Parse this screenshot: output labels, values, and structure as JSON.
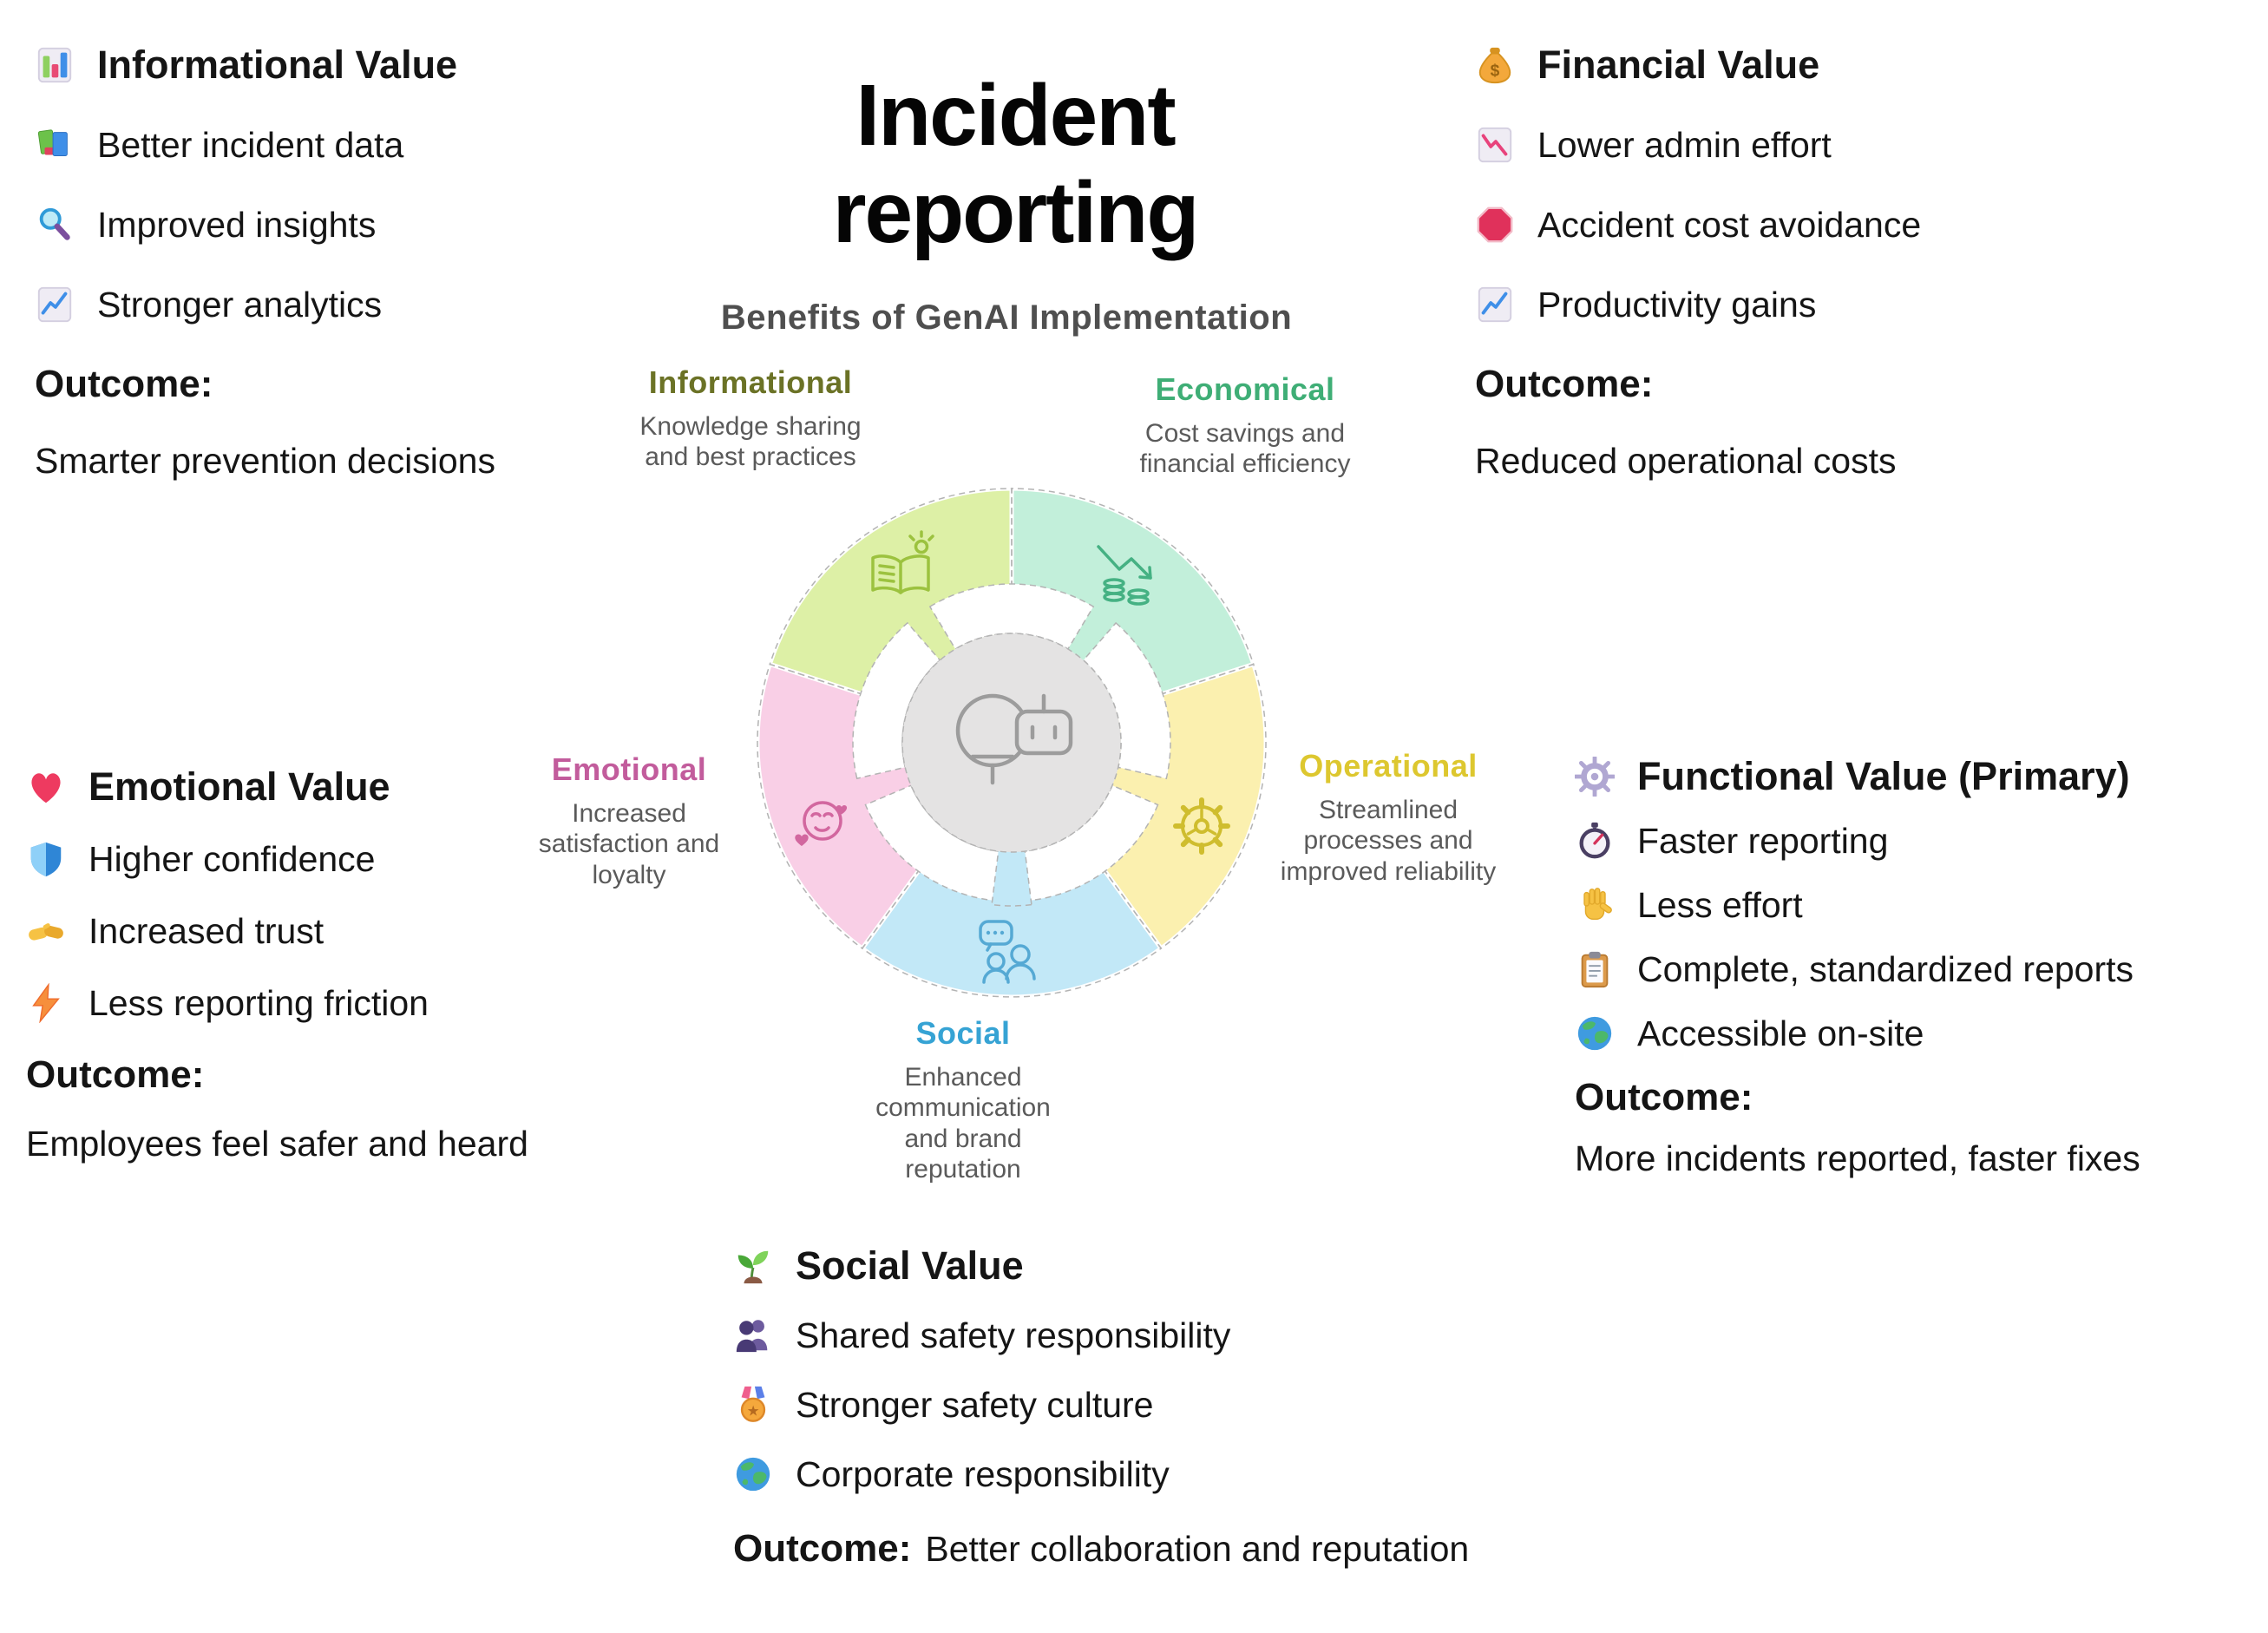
{
  "title": {
    "line1": "Incident",
    "line2": "reporting"
  },
  "wheel": {
    "title": "Benefits of GenAI Implementation",
    "center_icon": "lightbulb-robot-icon",
    "segments": [
      {
        "label": "Informational",
        "description": "Knowledge sharing and best practices",
        "label_color": "#6b7226",
        "fill": "#ddf0a6",
        "icon": "open-book-lightbulb-icon"
      },
      {
        "label": "Economical",
        "description": "Cost savings and financial efficiency",
        "label_color": "#3fae76",
        "fill": "#c2efda",
        "icon": "declining-cost-coins-icon"
      },
      {
        "label": "Operational",
        "description": "Streamlined processes and improved reliability",
        "label_color": "#ddc72f",
        "fill": "#fbf0af",
        "icon": "gear-icon"
      },
      {
        "label": "Social",
        "description": "Enhanced communication and brand reputation",
        "label_color": "#36a3d4",
        "fill": "#c2e8f7",
        "icon": "people-chat-icon"
      },
      {
        "label": "Emotional",
        "description": "Increased satisfaction and loyalty",
        "label_color": "#c25c9c",
        "fill": "#f9cfe6",
        "icon": "smiley-hearts-icon"
      }
    ],
    "hub_color": "#e4e3e3",
    "outline_color": "#b3b3b3"
  },
  "panels": {
    "informational": {
      "heading": "Informational Value",
      "heading_icon": "bar-chart-icon",
      "items": [
        {
          "icon": "books-icon",
          "text": "Better incident data"
        },
        {
          "icon": "magnifier-icon",
          "text": "Improved insights"
        },
        {
          "icon": "chart-up-icon",
          "text": "Stronger analytics"
        }
      ],
      "outcome_label": "Outcome:",
      "outcome": "Smarter prevention decisions"
    },
    "financial": {
      "heading": "Financial Value",
      "heading_icon": "money-bag-icon",
      "items": [
        {
          "icon": "chart-down-icon",
          "text": "Lower admin effort"
        },
        {
          "icon": "stop-sign-icon",
          "text": "Accident cost avoidance"
        },
        {
          "icon": "chart-up-icon",
          "text": "Productivity gains"
        }
      ],
      "outcome_label": "Outcome:",
      "outcome": "Reduced operational costs"
    },
    "emotional": {
      "heading": "Emotional Value",
      "heading_icon": "heart-icon",
      "items": [
        {
          "icon": "shield-icon",
          "text": "Higher confidence"
        },
        {
          "icon": "handshake-icon",
          "text": "Increased trust"
        },
        {
          "icon": "lightning-icon",
          "text": "Less reporting friction"
        }
      ],
      "outcome_label": "Outcome:",
      "outcome": "Employees feel safer and heard"
    },
    "functional": {
      "heading": "Functional Value (Primary)",
      "heading_icon": "gear-icon",
      "items": [
        {
          "icon": "stopwatch-icon",
          "text": "Faster reporting"
        },
        {
          "icon": "hand-icon",
          "text": "Less effort"
        },
        {
          "icon": "clipboard-icon",
          "text": "Complete, standardized reports"
        },
        {
          "icon": "globe-icon",
          "text": "Accessible on-site"
        }
      ],
      "outcome_label": "Outcome:",
      "outcome": "More incidents reported, faster fixes"
    },
    "social": {
      "heading": "Social Value",
      "heading_icon": "seedling-icon",
      "items": [
        {
          "icon": "busts-icon",
          "text": "Shared safety responsibility"
        },
        {
          "icon": "medal-icon",
          "text": "Stronger safety culture"
        },
        {
          "icon": "globe-icon",
          "text": "Corporate responsibility"
        }
      ],
      "outcome_label": "Outcome:",
      "outcome": "Better collaboration and reputation"
    }
  }
}
